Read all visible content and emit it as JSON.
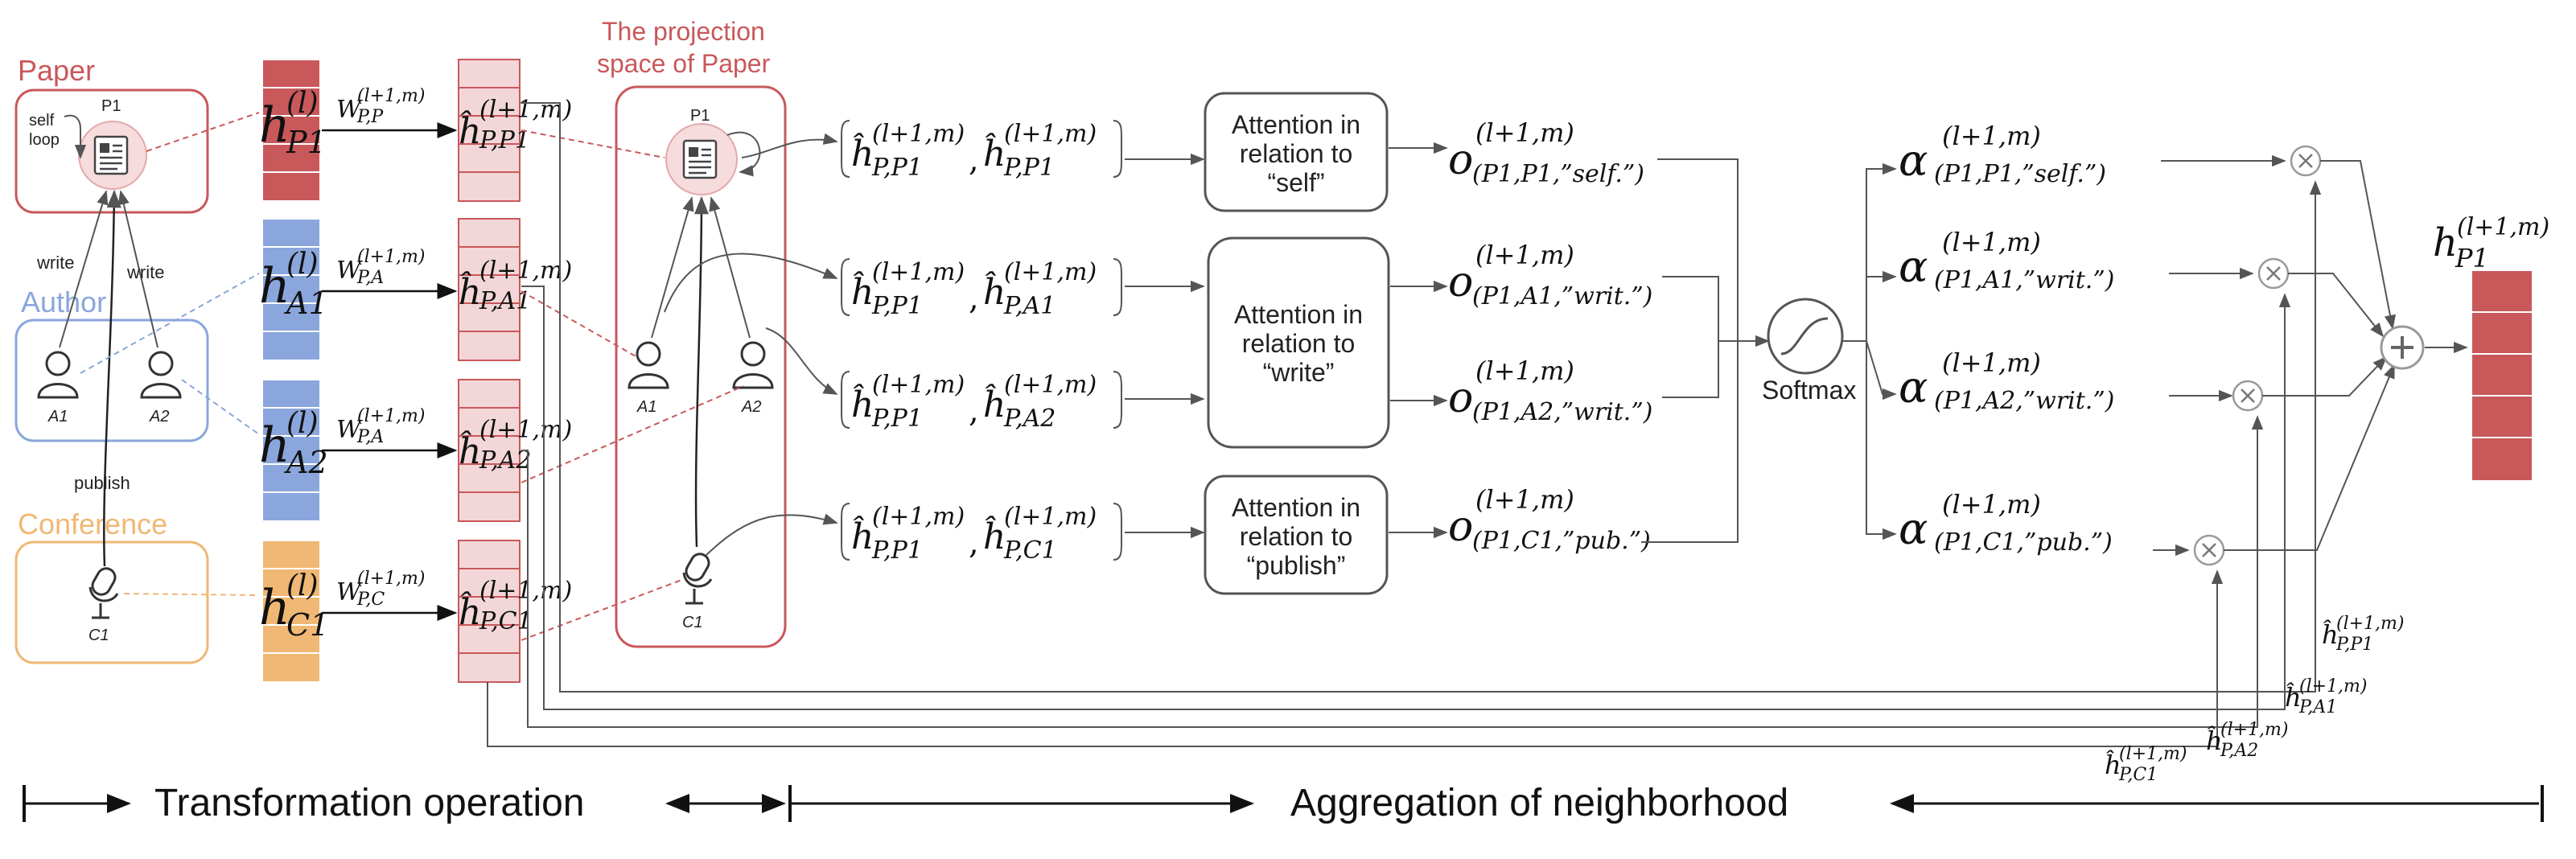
{
  "colors": {
    "paper": "#c9585b",
    "paper_fill": "#f3d7d8",
    "author": "#8aa6dc",
    "conference": "#f0b874",
    "line": "#666666",
    "text": "#222222"
  },
  "groups": {
    "paper_title": "Paper",
    "author_title": "Author",
    "conference_title": "Conference",
    "projection_title_line1": "The projection",
    "projection_title_line2": "space of Paper"
  },
  "nodes": {
    "p1": "P1",
    "a1": "A1",
    "a2": "A2",
    "c1": "C1",
    "self_loop_line1": "self",
    "self_loop_line2": "loop"
  },
  "edges": {
    "write_left": "write",
    "write_right": "write",
    "publish": "publish"
  },
  "features": {
    "h": "h",
    "sup_l": "(l)",
    "sub_p1": "P1",
    "sub_a1": "A1",
    "sub_a2": "A2",
    "sub_c1": "C1"
  },
  "weights": {
    "w": "W",
    "sup": "(l+1,m)",
    "sub_pp": "P,P",
    "sub_pa": "P,A",
    "sub_pc": "P,C"
  },
  "projected": {
    "hhat": "ĥ",
    "sup": "(l+1,m)",
    "sub_p1": "P,P1",
    "sub_a1": "P,A1",
    "sub_a2": "P,A2",
    "sub_c1": "P,C1"
  },
  "attention": {
    "self": [
      "Attention in",
      "relation to",
      "“self”"
    ],
    "write": [
      "Attention in",
      "relation to",
      "“write”"
    ],
    "publish": [
      "Attention in",
      "relation to",
      "“publish”"
    ]
  },
  "outputs": {
    "o": "o",
    "sup": "(l+1,m)",
    "sub_self": "(P1,P1,”self.”)",
    "sub_writ1": "(P1,A1,”writ.”)",
    "sub_writ2": "(P1,A2,”writ.”)",
    "sub_pub": "(P1,C1,”pub.”)"
  },
  "alphas": {
    "alpha": "α",
    "sup": "(l+1,m)",
    "sub_self": "(P1,P1,”self.”)",
    "sub_writ1": "(P1,A1,”writ.”)",
    "sub_writ2": "(P1,A2,”writ.”)",
    "sub_pub": "(P1,C1,”pub.”)"
  },
  "softmax_label": "Softmax",
  "result": {
    "h": "h",
    "sup": "(l+1,m)",
    "sub": "P1"
  },
  "bottom": {
    "transformation": "Transformation operation",
    "aggregation": "Aggregation of neighborhood"
  }
}
